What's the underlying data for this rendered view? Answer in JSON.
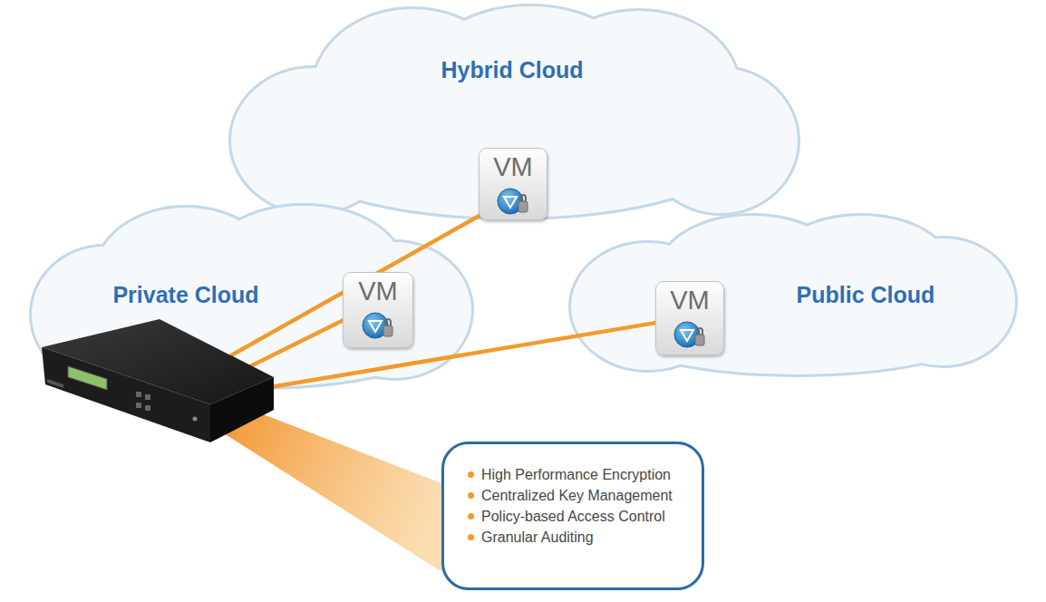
{
  "diagram": {
    "nodes": [
      {
        "text": [
          "Hybrid Cloud"
        ]
      },
      {
        "text": [
          "VM"
        ],
        "in": 0
      },
      {
        "text": [
          "Private Cloud"
        ]
      },
      {
        "text": [
          "VM"
        ],
        "in": 2
      },
      {
        "text": [
          "Public Cloud"
        ]
      },
      {
        "text": [
          "VM"
        ],
        "in": 4
      },
      {
        "text": [
          "High Performance Encryption",
          "Centralized Key Management",
          "Policy-based Access Control",
          "Granular Auditing"
        ]
      }
    ]
  }
}
